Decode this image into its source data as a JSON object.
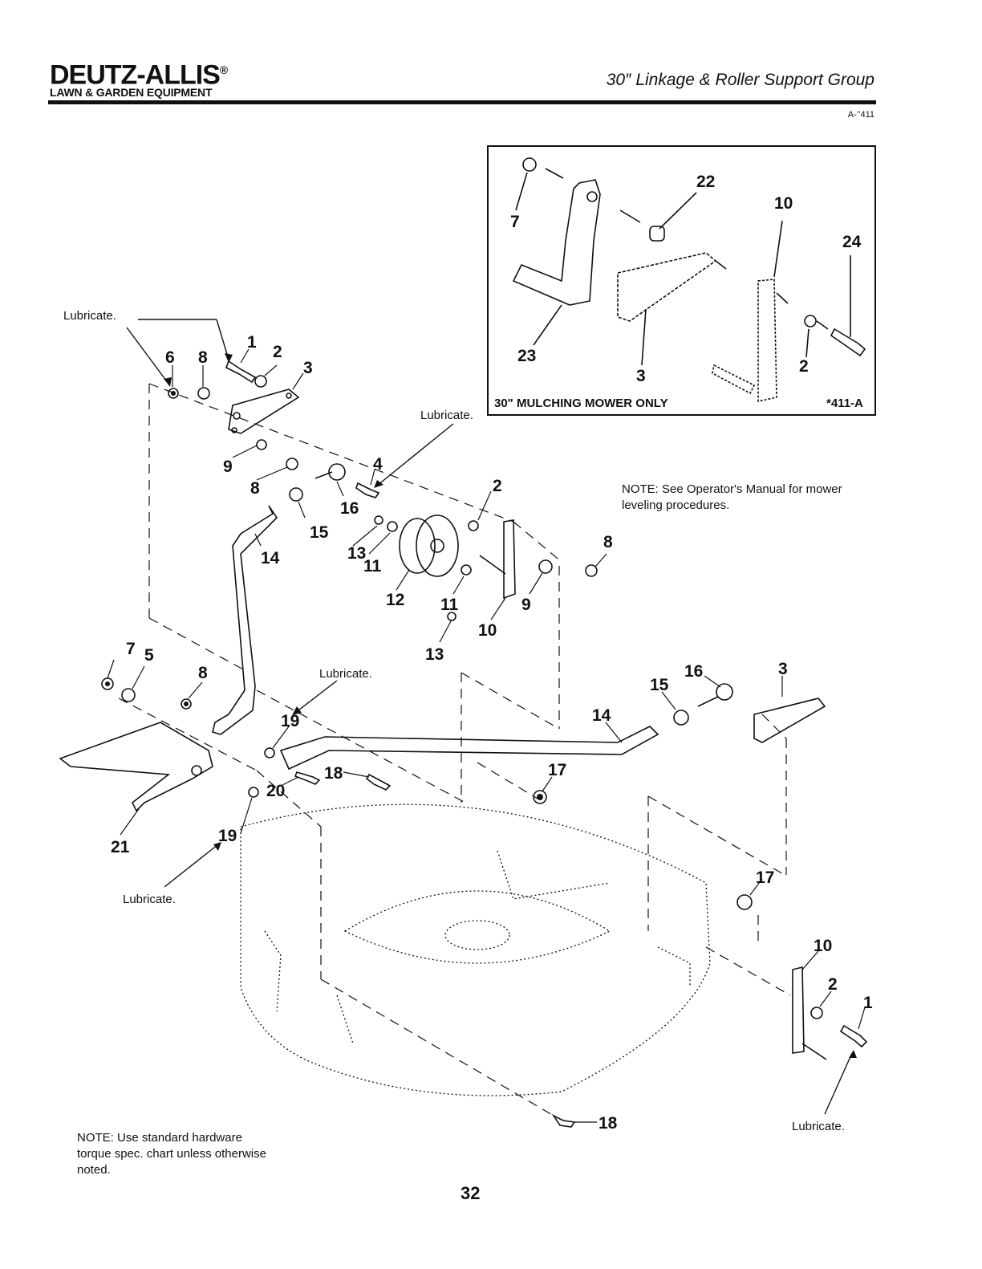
{
  "header": {
    "brand": "DEUTZ-ALLIS",
    "brand_mark": "®",
    "brand_sub": "LAWN & GARDEN EQUIPMENT",
    "title": "30″ Linkage & Roller Support Group",
    "code": "A-’’411"
  },
  "inset": {
    "caption": "30\" MULCHING MOWER ONLY",
    "figure_code": "*411-A",
    "callouts": [
      "7",
      "22",
      "10",
      "24",
      "23",
      "3",
      "2"
    ]
  },
  "labels": {
    "lubricate": "Lubricate."
  },
  "notes": {
    "leveling": "NOTE: See Operator's Manual for mower leveling procedures.",
    "torque": "NOTE: Use standard hardware torque spec. chart unless otherwise noted."
  },
  "callouts": [
    "1",
    "2",
    "3",
    "4",
    "5",
    "6",
    "7",
    "8",
    "9",
    "10",
    "11",
    "12",
    "13",
    "14",
    "15",
    "16",
    "17",
    "18",
    "19",
    "20",
    "21"
  ],
  "footer": {
    "page_number": "32"
  }
}
